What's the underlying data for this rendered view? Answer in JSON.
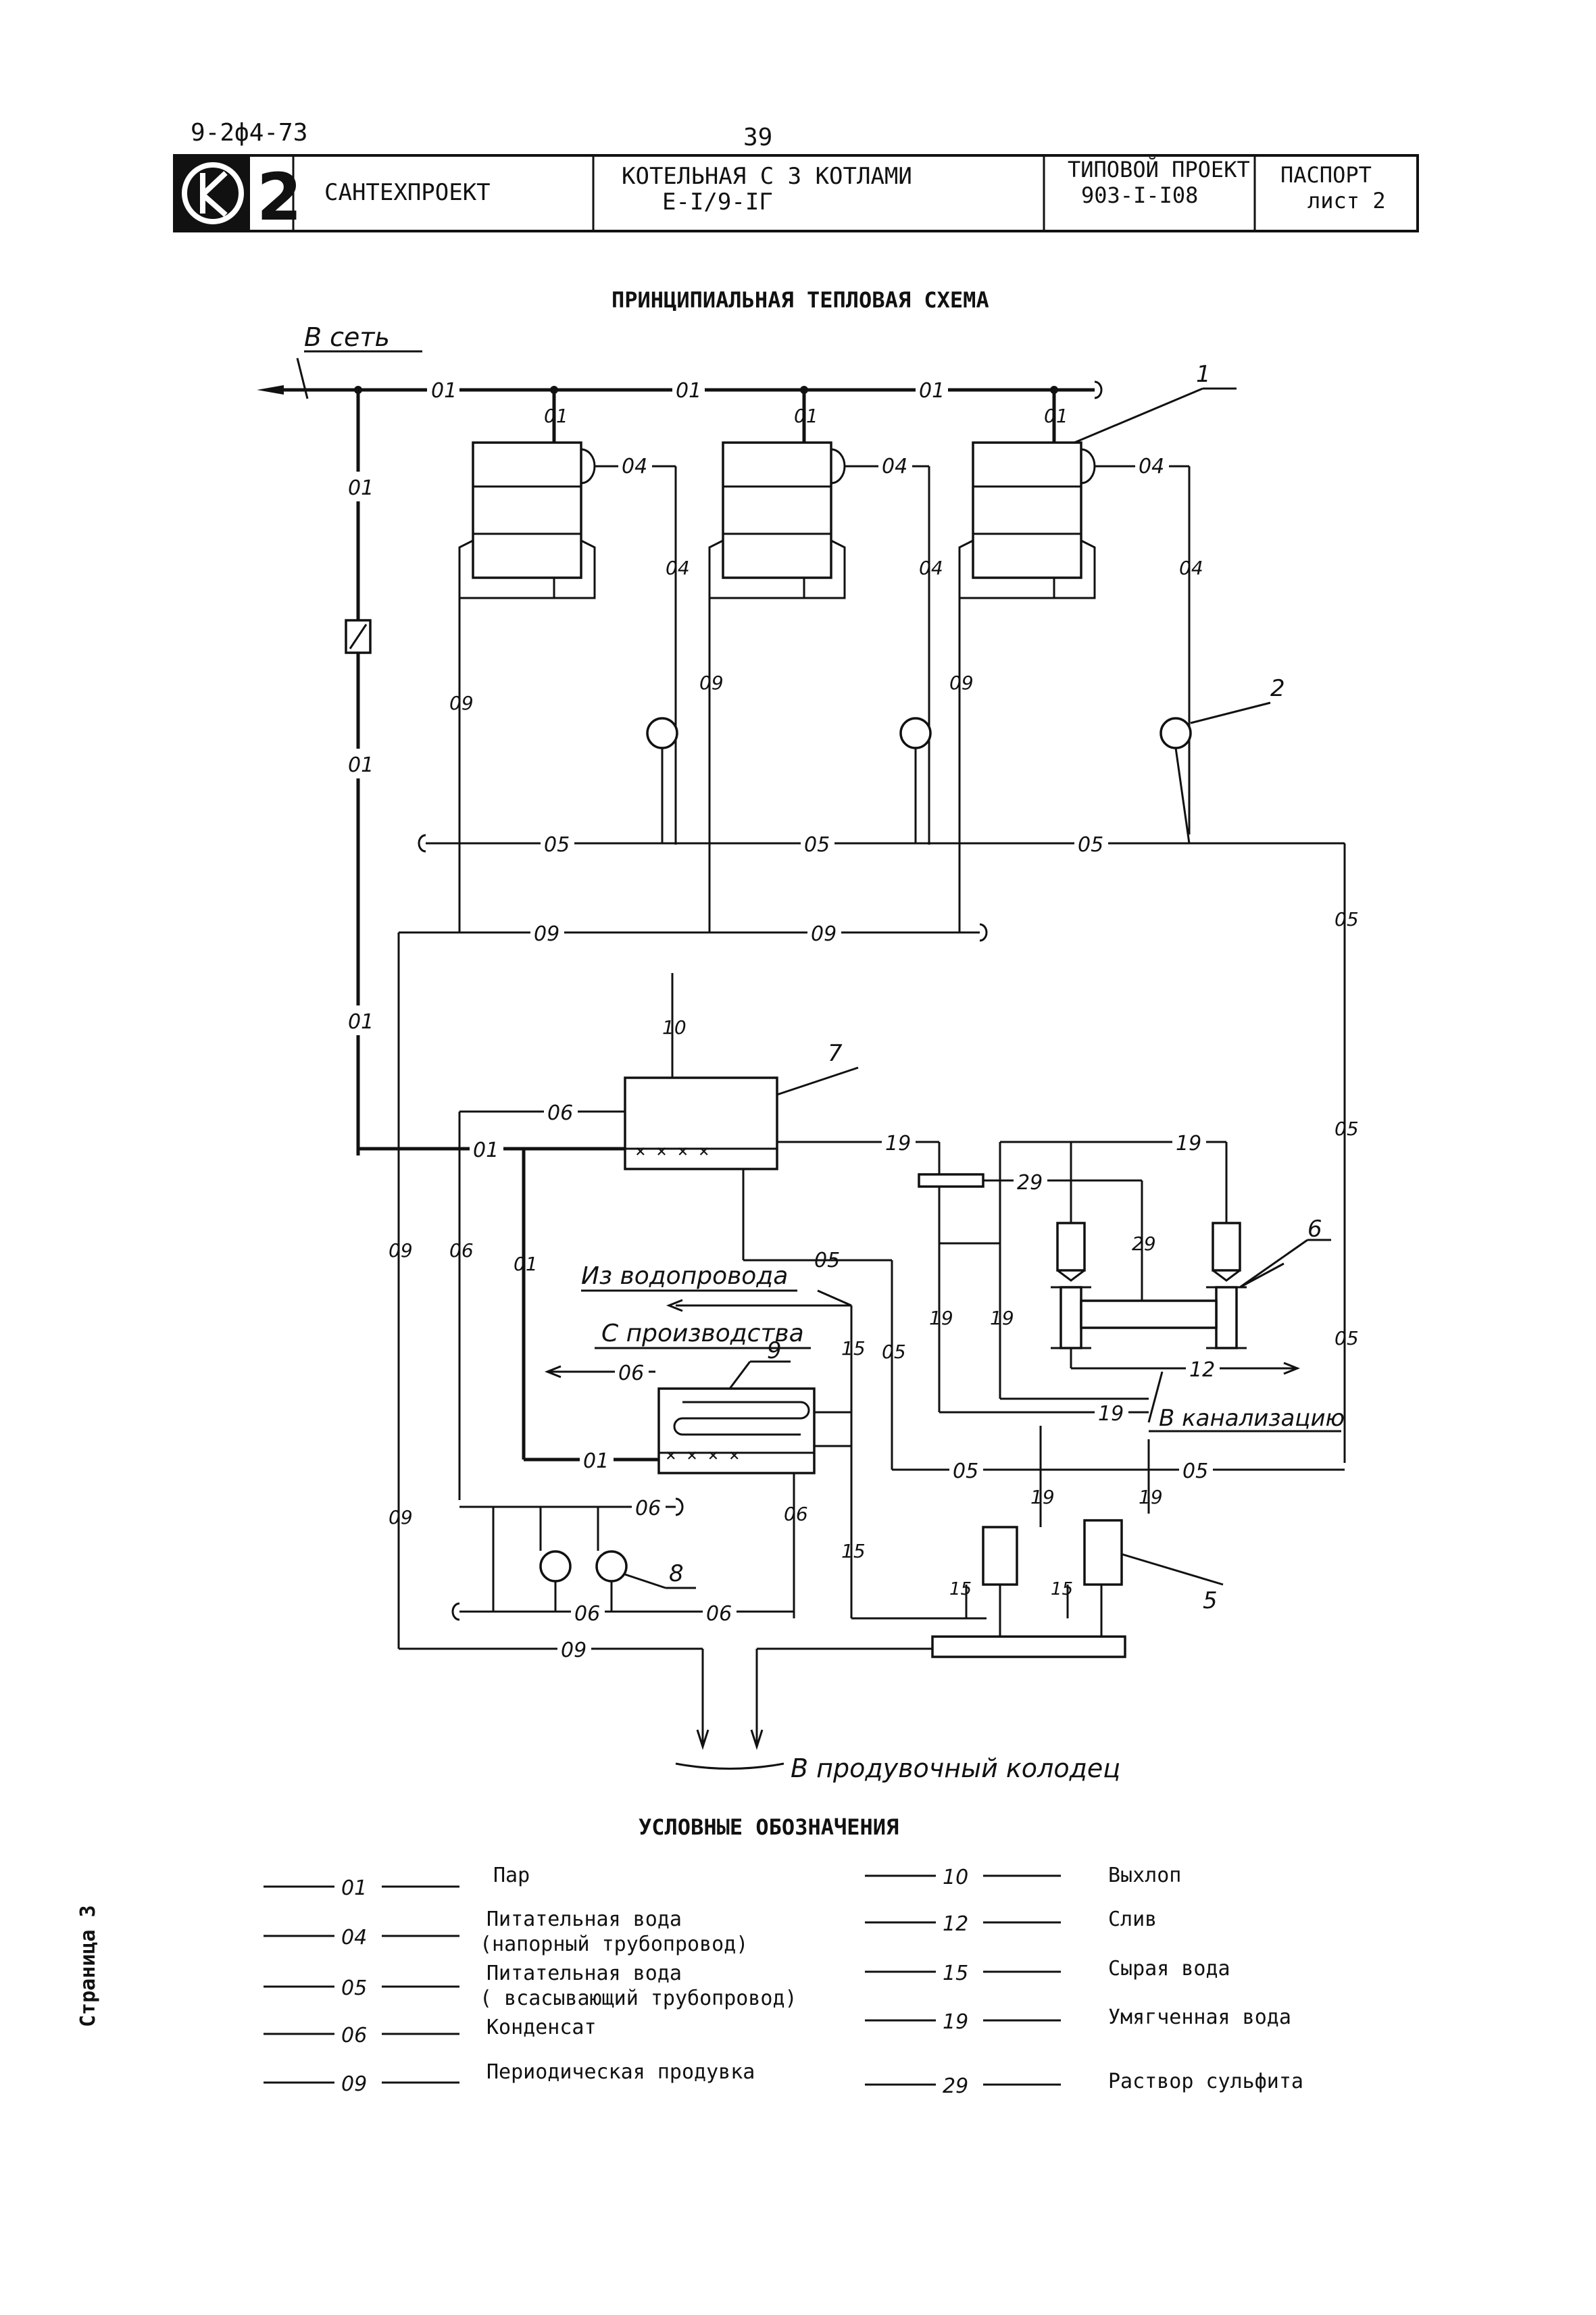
{
  "header": {
    "doc_number": "9-2ф4-73",
    "page_number": "39",
    "logo_digit": "2",
    "organization": "САНТЕХПРОЕКТ",
    "title_line1": "КОТЕЛЬНАЯ С 3 КОТЛАМИ",
    "title_line2": "Е-I/9-IГ",
    "project_line1": "ТИПОВОЙ ПРОЕКТ",
    "project_line2": "903-I-I08",
    "passport_line1": "ПАСПОРТ",
    "passport_line2": "лист 2"
  },
  "diagram": {
    "title": "ПРИНЦИПИАЛЬНАЯ ТЕПЛОВАЯ СХЕМА",
    "label_to_network": "В сеть",
    "label_from_water_supply": "Из водопровода",
    "label_from_production": "С производства",
    "label_to_sewer": "В канализацию",
    "label_to_purge_well": "В продувочный колодец",
    "equipment_numbers": [
      "1",
      "2",
      "5",
      "6",
      "7",
      "8",
      "9"
    ],
    "line_codes": {
      "c01": "01",
      "c04": "04",
      "c05": "05",
      "c06": "06",
      "c09": "09",
      "c10": "10",
      "c12": "12",
      "c15": "15",
      "c19": "19",
      "c29": "29"
    }
  },
  "legend": {
    "title": "УСЛОВНЫЕ ОБОЗНАЧЕНИЯ",
    "items": [
      {
        "code": "01",
        "label_line1": "Пар",
        "label_line2": ""
      },
      {
        "code": "04",
        "label_line1": "Питательная вода",
        "label_line2": "(напорный трубопровод)"
      },
      {
        "code": "05",
        "label_line1": "Питательная вода",
        "label_line2": "( всасывающий трубопровод)"
      },
      {
        "code": "06",
        "label_line1": "Конденсат",
        "label_line2": ""
      },
      {
        "code": "09",
        "label_line1": "Периодическая продувка",
        "label_line2": ""
      },
      {
        "code": "10",
        "label_line1": "Выхлоп",
        "label_line2": ""
      },
      {
        "code": "12",
        "label_line1": "Слив",
        "label_line2": ""
      },
      {
        "code": "15",
        "label_line1": "Сырая вода",
        "label_line2": ""
      },
      {
        "code": "19",
        "label_line1": "Умягченная вода",
        "label_line2": ""
      },
      {
        "code": "29",
        "label_line1": "Раствор сульфита",
        "label_line2": ""
      }
    ]
  },
  "side_note": "Страница 3"
}
